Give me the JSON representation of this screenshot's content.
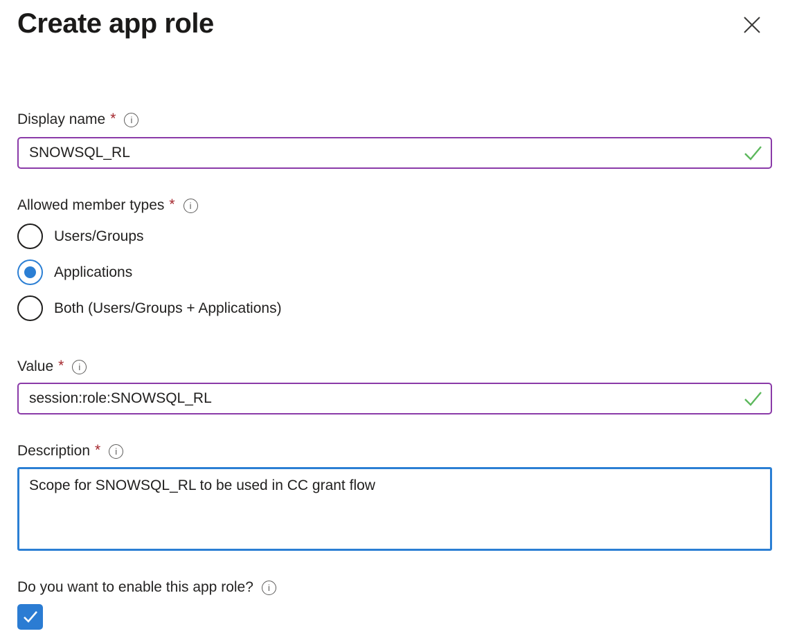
{
  "dialog": {
    "title": "Create app role"
  },
  "required_marker": "*",
  "icons": {
    "close": "✕",
    "info": "i",
    "valid_check": "✓",
    "checkbox_check": "✓"
  },
  "fields": {
    "display_name": {
      "label": "Display name",
      "required": true,
      "value": "SNOWSQL_RL",
      "valid": true
    },
    "allowed_member_types": {
      "label": "Allowed member types",
      "required": true,
      "options": [
        {
          "label": "Users/Groups",
          "selected": false
        },
        {
          "label": "Applications",
          "selected": true
        },
        {
          "label": "Both (Users/Groups + Applications)",
          "selected": false
        }
      ]
    },
    "value": {
      "label": "Value",
      "required": true,
      "value": "session:role:SNOWSQL_RL",
      "valid": true
    },
    "description": {
      "label": "Description",
      "required": true,
      "value": "Scope for SNOWSQL_RL to be used in CC grant flow",
      "focused": true
    },
    "enable_app_role": {
      "label": "Do you want to enable this app role?",
      "checked": true
    }
  },
  "colors": {
    "valid_input_border": "#8a3aa8",
    "focus_border": "#2b7fd4",
    "radio_selected": "#2b7fd4",
    "checkbox_checked": "#2b7cd3",
    "success_check": "#5cb85c",
    "required_asterisk": "#a4262c",
    "text": "#201f1e"
  }
}
